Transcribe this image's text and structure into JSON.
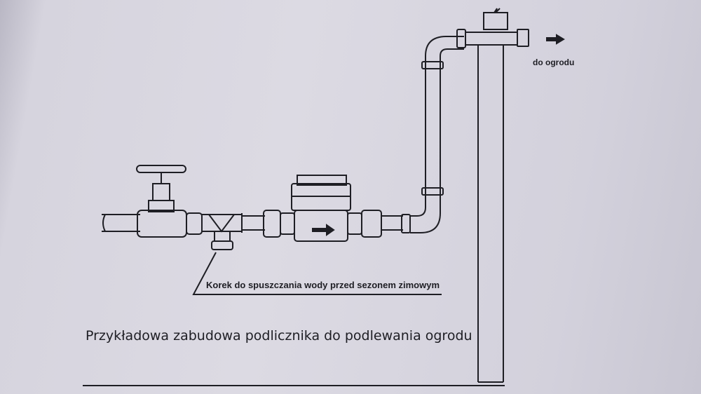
{
  "diagram": {
    "caption": "Przykładowa zabudowa podlicznika do podlewania ogrodu",
    "drain_plug_label": "Korek do spuszczania wody przed sezonem zimowym",
    "outlet_label": "do ogrodu",
    "colors": {
      "ink": "#1e1e24",
      "paper": "#d8d6e0"
    }
  }
}
